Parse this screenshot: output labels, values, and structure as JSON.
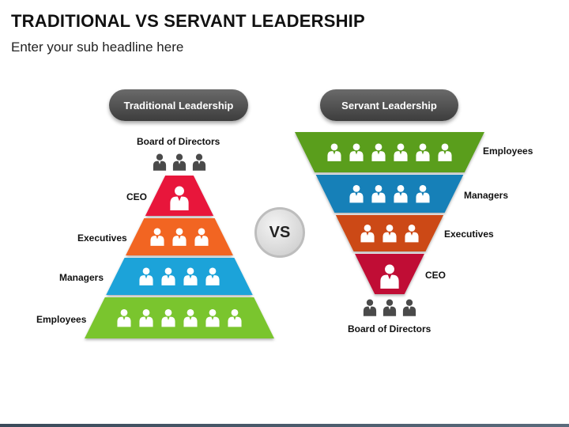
{
  "header": {
    "title": "TRADITIONAL VS SERVANT LEADERSHIP",
    "subtitle": "Enter your sub headline here"
  },
  "vs_label": "VS",
  "traditional": {
    "heading": "Traditional Leadership",
    "top_label": "Board of Directors",
    "levels": [
      {
        "label": "CEO",
        "color": "#e8123a",
        "people": 1
      },
      {
        "label": "Executives",
        "color": "#f26522",
        "people": 3
      },
      {
        "label": "Managers",
        "color": "#1aa3d9",
        "people": 4
      },
      {
        "label": "Employees",
        "color": "#7ac52f",
        "people": 6
      }
    ],
    "top_people": 3
  },
  "servant": {
    "heading": "Servant Leadership",
    "bottom_label": "Board of Directors",
    "levels": [
      {
        "label": "Employees",
        "color": "#5a9e1e",
        "people": 6
      },
      {
        "label": "Managers",
        "color": "#1580b8",
        "people": 4
      },
      {
        "label": "Executives",
        "color": "#cc4a12",
        "people": 3
      },
      {
        "label": "CEO",
        "color": "#c01035",
        "people": 1
      }
    ],
    "bottom_people": 3
  },
  "colors": {
    "pill": "#4d4d4d",
    "board_people": "#4a4a4a",
    "person_on_band": "#ffffff"
  },
  "icons": {
    "person": "person-icon"
  }
}
